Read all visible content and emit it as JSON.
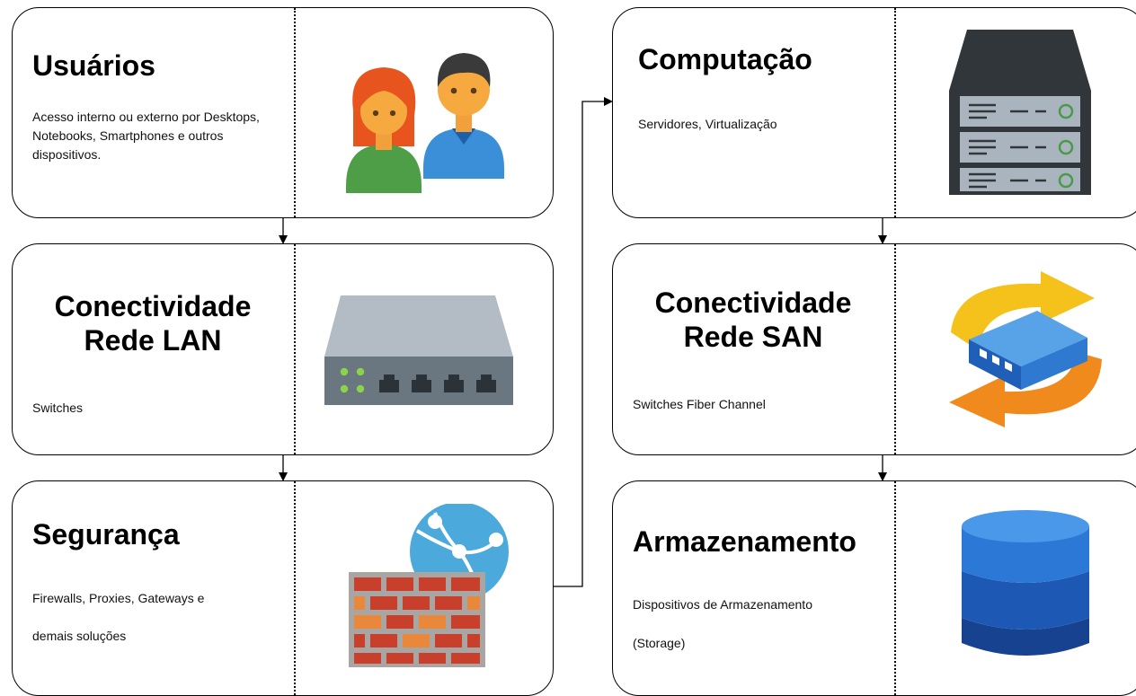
{
  "left_column": [
    {
      "title": "Usuários",
      "description": "Acesso interno ou externo por Desktops, Notebooks, Smartphones e outros dispositivos.",
      "icon": "users-icon"
    },
    {
      "title": "Conectividade Rede LAN",
      "description": "Switches",
      "icon": "network-switch-icon"
    },
    {
      "title": "Segurança",
      "description_lines": [
        "Firewalls, Proxies, Gateways e",
        "demais soluções"
      ],
      "icon": "firewall-icon"
    }
  ],
  "right_column": [
    {
      "title": "Computação",
      "description": "Servidores, Virtualização",
      "icon": "server-rack-icon"
    },
    {
      "title": "Conectividade Rede SAN",
      "description": "Switches Fiber Channel",
      "icon": "san-switch-icon"
    },
    {
      "title": "Armazenamento",
      "description_lines": [
        "Dispositivos de Armazenamento",
        "(Storage)"
      ],
      "icon": "database-icon"
    }
  ]
}
